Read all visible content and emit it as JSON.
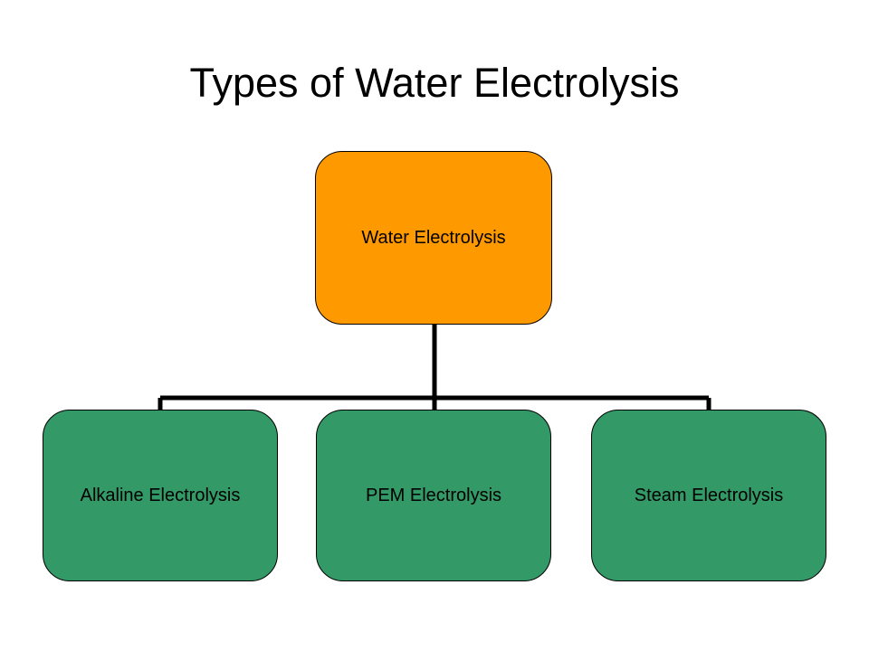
{
  "title": "Types of Water Electrolysis",
  "colors": {
    "root_fill": "#FF9900",
    "child_fill": "#339966",
    "connector": "#000000"
  },
  "root": {
    "label": "Water Electrolysis"
  },
  "children": [
    {
      "label": "Alkaline Electrolysis"
    },
    {
      "label": "PEM Electrolysis"
    },
    {
      "label": "Steam Electrolysis"
    }
  ]
}
